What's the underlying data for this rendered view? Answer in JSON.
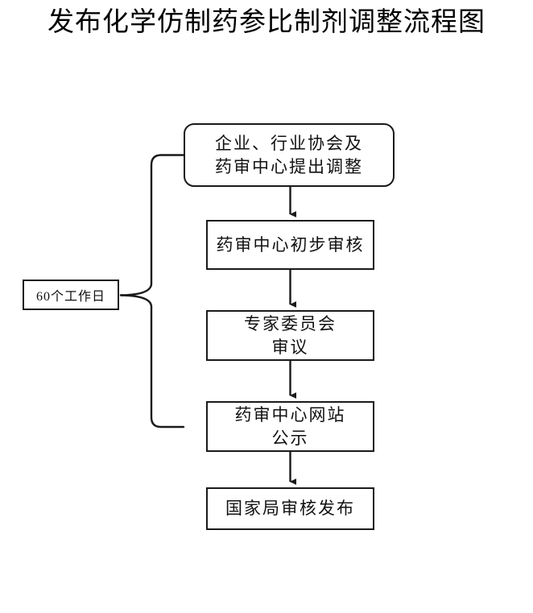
{
  "page": {
    "title": "发布化学仿制药参比制剂调整流程图",
    "background_color": "#ffffff",
    "line_color": "#1a1a1a",
    "text_color": "#111111"
  },
  "flowchart": {
    "type": "vertical-flow",
    "duration_label": {
      "text": "60个工作日",
      "spans_steps": [
        1,
        4
      ]
    },
    "steps": [
      {
        "id": "proposal",
        "shape": "rounded-rectangle",
        "line1": "企业、行业协会及",
        "line2": "药审中心提出调整"
      },
      {
        "id": "preliminary-review",
        "shape": "rectangle",
        "line1": "药审中心初步审核",
        "line2": ""
      },
      {
        "id": "expert-committee",
        "shape": "rectangle",
        "line1": "专家委员会",
        "line2": "审议"
      },
      {
        "id": "website-publicity",
        "shape": "rectangle",
        "line1": "药审中心网站",
        "line2": "公示"
      },
      {
        "id": "nmpa-release",
        "shape": "rectangle",
        "line1": "国家局审核发布",
        "line2": ""
      }
    ],
    "connectors": [
      {
        "from": "proposal",
        "to": "preliminary-review",
        "style": "arrow-down"
      },
      {
        "from": "preliminary-review",
        "to": "expert-committee",
        "style": "arrow-down"
      },
      {
        "from": "expert-committee",
        "to": "website-publicity",
        "style": "arrow-down"
      },
      {
        "from": "website-publicity",
        "to": "nmpa-release",
        "style": "arrow-down"
      }
    ]
  }
}
